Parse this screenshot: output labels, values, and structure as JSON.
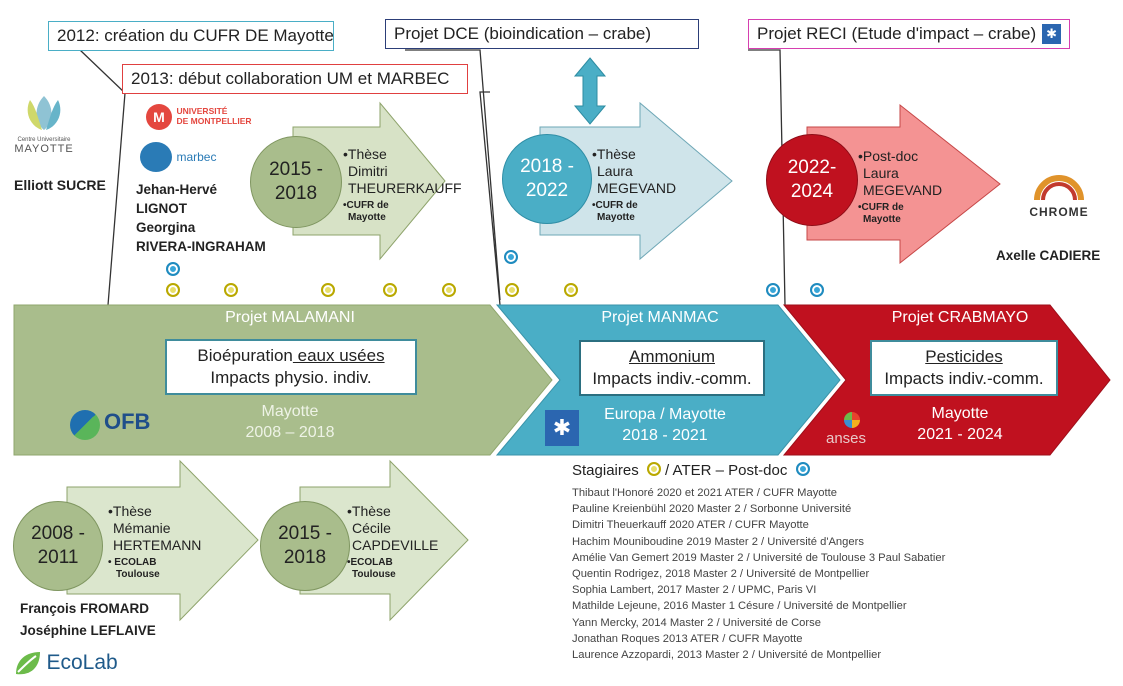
{
  "top_boxes": {
    "cufr": "2012: création du CUFR DE Mayotte",
    "um": "2013: début collaboration UM et MARBEC",
    "dce": "Projet DCE (bioindication – crabe)",
    "reci": "Projet RECI (Etude d'impact – crabe)"
  },
  "colors": {
    "malamani": "#a9bd8c",
    "manmac": "#4aaec6",
    "crabmayo": "#c0111f",
    "reci_border": "#d63fb0",
    "um_border": "#e04040",
    "dce_border": "#2c3e78",
    "cufr_border": "#4aaec6"
  },
  "people": {
    "elliott": "Elliott SUCRE",
    "um_people": [
      "Jehan-Hervé",
      "LIGNOT",
      "Georgina",
      "RIVERA-INGRAHAM"
    ],
    "axelle": "Axelle CADIERE",
    "ecolab_people": [
      "François FROMARD",
      "Joséphine LEFLAIVE"
    ]
  },
  "logos": {
    "mayotte": [
      "Centre Universitaire",
      "MAYOTTE"
    ],
    "um": [
      "UNIVERSITÉ",
      "DE MONTPELLIER"
    ],
    "marbec": "marbec",
    "chrome": "CHROME",
    "ofb": "OFB",
    "anses": "anses",
    "ecolab": "EcoLab"
  },
  "theses": [
    {
      "period": [
        "2015 -",
        "2018"
      ],
      "bullet": "•Thèse",
      "name": [
        "Dimitri",
        "THEURERKAUFF"
      ],
      "where": [
        "•CUFR de",
        "Mayotte"
      ]
    },
    {
      "period": [
        "2018 -",
        "2022"
      ],
      "bullet": "•Thèse",
      "name": [
        "Laura",
        "MEGEVAND"
      ],
      "where": [
        "•CUFR de",
        "Mayotte"
      ]
    },
    {
      "period": [
        "2022-",
        "2024"
      ],
      "bullet": "•Post-doc",
      "name": [
        "Laura",
        "MEGEVAND"
      ],
      "where": [
        "•CUFR de",
        "Mayotte"
      ]
    },
    {
      "period": [
        "2008 -",
        "2011"
      ],
      "bullet": "•Thèse",
      "name": [
        "Mémanie",
        "HERTEMANN"
      ],
      "where": [
        "• ECOLAB",
        "Toulouse"
      ]
    },
    {
      "period": [
        "2015 -",
        "2018"
      ],
      "bullet": "•Thèse",
      "name": [
        "Cécile",
        "CAPDEVILLE"
      ],
      "where": [
        "•ECOLAB",
        "Toulouse"
      ]
    }
  ],
  "projects": [
    {
      "title": "Projet MALAMANI",
      "focus": [
        "Bioépuration",
        " eaux usées",
        "Impacts physio. indiv."
      ],
      "location": "Mayotte",
      "period": "2008 – 2018"
    },
    {
      "title": "Projet MANMAC",
      "focus": [
        "Ammonium",
        "Impacts indiv.-comm."
      ],
      "location": "Europa / Mayotte",
      "period": "2018 - 2021"
    },
    {
      "title": "Projet CRABMAYO",
      "focus": [
        "Pesticides",
        "Impacts indiv.-comm."
      ],
      "location": "Mayotte",
      "period": "2021 - 2024"
    }
  ],
  "interns_title": [
    "Stagiaires",
    " / ATER – Post-doc"
  ],
  "interns": [
    "Thibaut l'Honoré 2020 et 2021 ATER / CUFR Mayotte",
    "Pauline Kreienbühl 2020 Master 2 / Sorbonne Université",
    "Dimitri Theuerkauff 2020 ATER / CUFR Mayotte",
    "Hachim Mouniboudine 2019 Master 2 / Université d'Angers",
    "Amélie Van Gemert 2019 Master 2 / Université de Toulouse 3 Paul Sabatier",
    "Quentin Rodrigez, 2018 Master 2 / Université de Montpellier",
    "Sophia Lambert, 2017 Master 2 / UPMC, Paris VI",
    "Mathilde Lejeune, 2016 Master 1 Césure / Université de Montpellier",
    "Yann Mercky, 2014 Master 2 / Université de Corse",
    "Jonathan Roques 2013 ATER / CUFR Mayotte",
    "Laurence Azzopardi, 2013 Master 2 / Université de Montpellier"
  ]
}
